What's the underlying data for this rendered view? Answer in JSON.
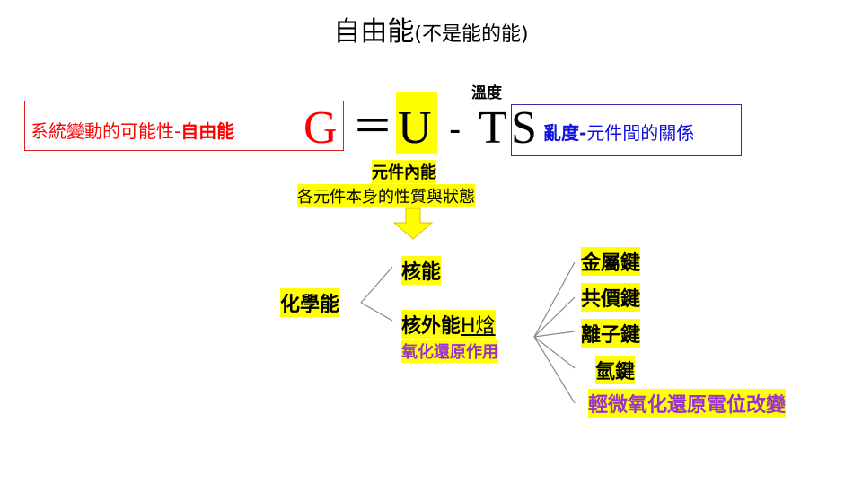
{
  "title": {
    "main": "自由能",
    "sub": "(不是能的能)"
  },
  "equation": {
    "left_label_normal": "系統變動的可能性-",
    "left_label_bold": "自由能",
    "G": "G",
    "equals": "＝",
    "U": "U",
    "minus": "-",
    "T": "T",
    "S": "S",
    "temperature_label": "溫度",
    "right_label_bold": "亂度-",
    "right_label_normal": "元件間的關係"
  },
  "internal_energy": {
    "label": "元件內能",
    "desc": "各元件本身的性質與狀態"
  },
  "tree": {
    "root": "化學能",
    "branch_nuclear": "核能",
    "branch_outer": "核外能",
    "branch_outer_H": "H焓",
    "branch_outer_note": "氧化還原作用",
    "bonds": [
      "金屬鍵",
      "共價鍵",
      "離子鍵",
      "氫鍵",
      "輕微氧化還原電位改變"
    ]
  },
  "colors": {
    "red": "#ff0000",
    "blue": "#1010e0",
    "purple": "#9933cc",
    "highlight": "#ffff00"
  }
}
